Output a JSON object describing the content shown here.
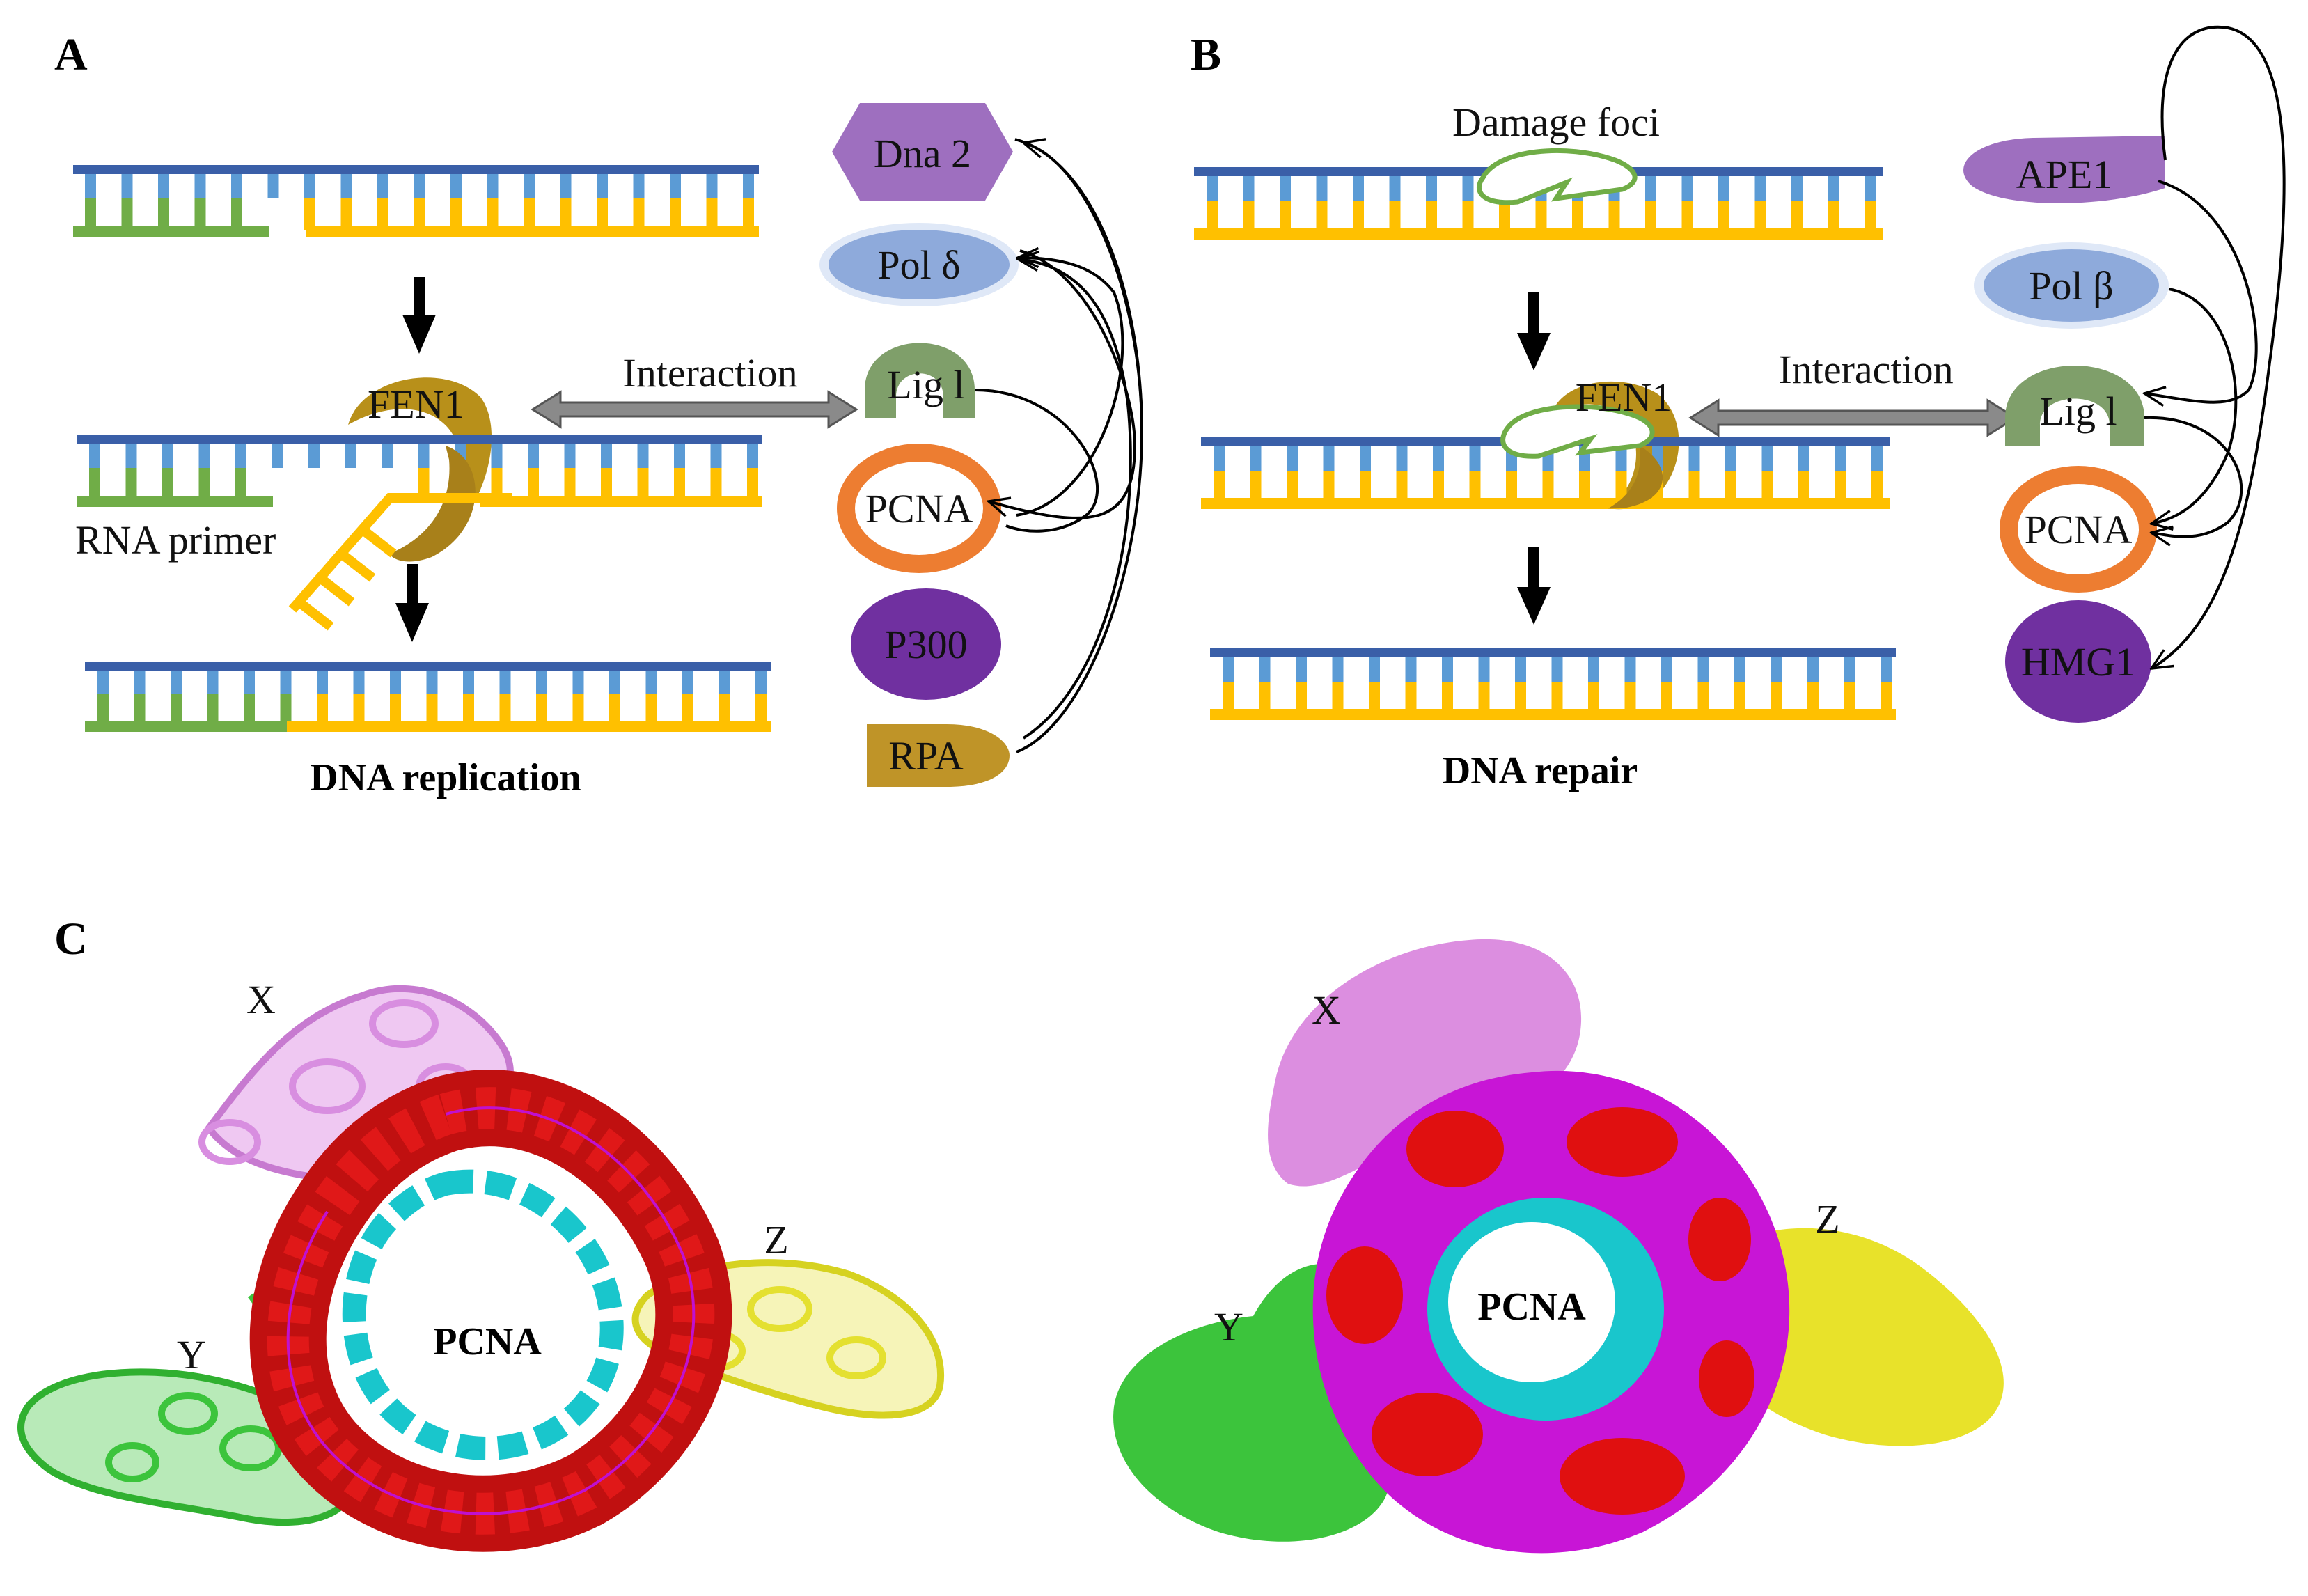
{
  "panels": {
    "a": {
      "label": "A",
      "caption": "DNA replication",
      "enzyme_label": "FEN1",
      "interaction_label": "Interaction",
      "primer_label": "RNA primer",
      "partners": [
        "Dna 2",
        "Pol δ",
        "Lig l",
        "PCNA",
        "P300",
        "RPA"
      ]
    },
    "b": {
      "label": "B",
      "caption": "DNA repair",
      "damage_label": "Damage foci",
      "enzyme_label": "FEN1",
      "interaction_label": "Interaction",
      "partners": [
        "APE1",
        "Pol β",
        "Lig l",
        "PCNA",
        "HMG1"
      ]
    },
    "c": {
      "label": "C",
      "ribbon": {
        "center": "PCNA",
        "x": "X",
        "y": "Y",
        "z": "Z"
      },
      "surface": {
        "center": "PCNA",
        "x": "X",
        "y": "Y",
        "z": "Z"
      }
    }
  },
  "colors": {
    "backbone": "#3a5fa8",
    "base_blue": "#5b9bd5",
    "strand_yellow": "#ffc000",
    "strand_green": "#70ad47",
    "fen1": "#b8901a",
    "dna2": "#9e6fbf",
    "pol": "#8eaadb",
    "lig": "#7f9f6a",
    "pcna": "#ed7d31",
    "p300": "#7030a0",
    "rpa": "#bf9428",
    "pcna_red": "#e00000",
    "pcna_cyan": "#19c6cc",
    "pcna_magenta": "#c010d0",
    "x_violet": "#d88ee0",
    "y_green": "#3cc43c",
    "z_yellow": "#e4e030"
  }
}
